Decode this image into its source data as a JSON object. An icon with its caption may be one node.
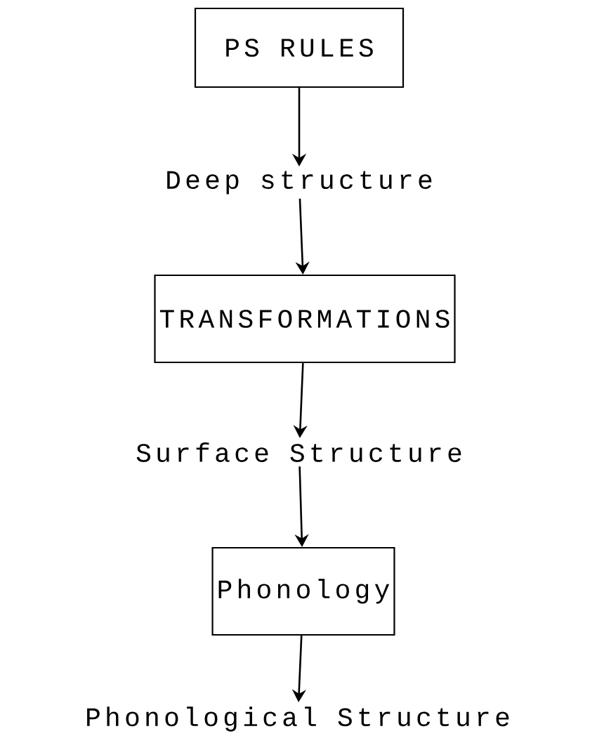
{
  "diagram": {
    "nodes": [
      {
        "text": [
          "PS RULES"
        ]
      },
      {
        "text": [
          "Deep structure"
        ]
      },
      {
        "text": [
          "TRANSFORMATIONS"
        ]
      },
      {
        "text": [
          "Surface Structure"
        ]
      },
      {
        "text": [
          "Phonology"
        ]
      },
      {
        "text": [
          "Phonological Structure"
        ]
      }
    ],
    "edges": [
      {
        "from": 0,
        "to": 1,
        "arrow": "to"
      },
      {
        "from": 1,
        "to": 2,
        "arrow": "to"
      },
      {
        "from": 2,
        "to": 3,
        "arrow": "to"
      },
      {
        "from": 3,
        "to": 4,
        "arrow": "to"
      },
      {
        "from": 4,
        "to": 5,
        "arrow": "to"
      }
    ]
  }
}
